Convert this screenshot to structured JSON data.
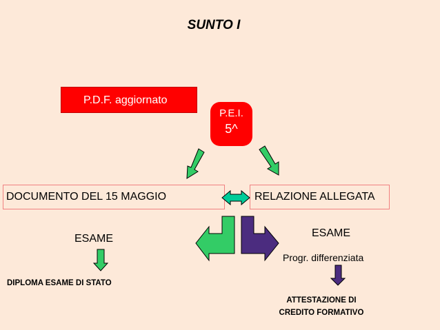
{
  "title": "SUNTO I",
  "pdf_label": "P.D.F. aggiornato",
  "pei": {
    "line1": "P.E.I.",
    "line2": "5^"
  },
  "doc_label": "DOCUMENTO DEL 15 MAGGIO",
  "rel_label": "RELAZIONE ALLEGATA",
  "esame_left": "ESAME",
  "esame_right": "ESAME",
  "progr_label": "Progr. differenziata",
  "diploma_label": "DIPLOMA ESAME DI STATO",
  "attest_line1": "ATTESTAZIONE DI",
  "attest_line2": "CREDITO FORMATIVO",
  "colors": {
    "background": "#FDE9D9",
    "box_red": "#FF0000",
    "arrow_green": "#33CC66",
    "arrow_teal": "#00CC99",
    "arrow_purple": "#4B2C7F"
  }
}
